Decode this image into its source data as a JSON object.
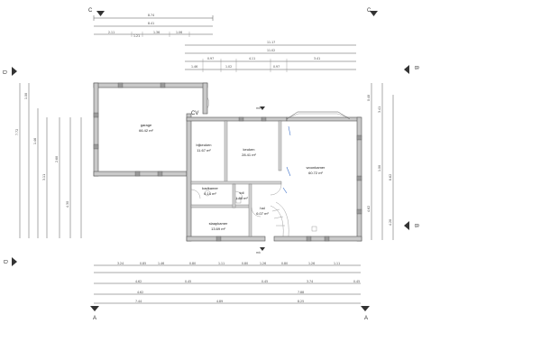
{
  "section_markers": {
    "c_left": "C",
    "c_right": "C",
    "a_left": "A",
    "a_right": "A",
    "b_top": "B",
    "b_bottom": "B",
    "d_top": "D",
    "d_bottom": "D"
  },
  "annotations": {
    "cv": "CV",
    "mk_top": "mk",
    "mk_bottom": "mk"
  },
  "rooms": [
    {
      "name": "garage",
      "area": "66.42 m²"
    },
    {
      "name": "bijkeuken",
      "area": "11.67 m²"
    },
    {
      "name": "keuken",
      "area": "28.41 m²"
    },
    {
      "name": "woonkamer",
      "area": "60.72 m²"
    },
    {
      "name": "badkamer",
      "area": "6.14 m²"
    },
    {
      "name": "toil",
      "area": "1.86 m²"
    },
    {
      "name": "hal",
      "area": "6.07 m²"
    },
    {
      "name": "slaapkamer",
      "area": "13.69 m²"
    }
  ],
  "dimensions": {
    "top_total": "8.74",
    "top_sub": "8.41",
    "top_row": [
      "2.11",
      "1.21",
      "1.36",
      "1.06"
    ],
    "upper_total": "11.17",
    "upper_sub": "11.02",
    "upper_row": [
      "1.46",
      "0.97",
      "1.02",
      "4.11",
      "0.97",
      "3.41"
    ],
    "bottom_row1": [
      "3.24",
      "0.85",
      "1.46",
      "0.80",
      "1.11",
      "0.80",
      "1.26",
      "0.80",
      "1.26",
      "1.11"
    ],
    "bottom_row2": [
      "4.62",
      "0.45",
      "0.45",
      "3.74",
      "0.45"
    ],
    "bottom_row3": [
      "4.62",
      "7.88"
    ],
    "bottom_total_left": "4.89",
    "bottom_total_right": "8.25",
    "bottom_grand": "7.44",
    "left_labels": [
      "7.72",
      "1.08",
      "1.46",
      "3.11",
      "2.68",
      "4.30"
    ],
    "right_labels": [
      "0.48",
      "3.41",
      "4.62",
      "8.62",
      "1.08",
      "4.28"
    ]
  }
}
